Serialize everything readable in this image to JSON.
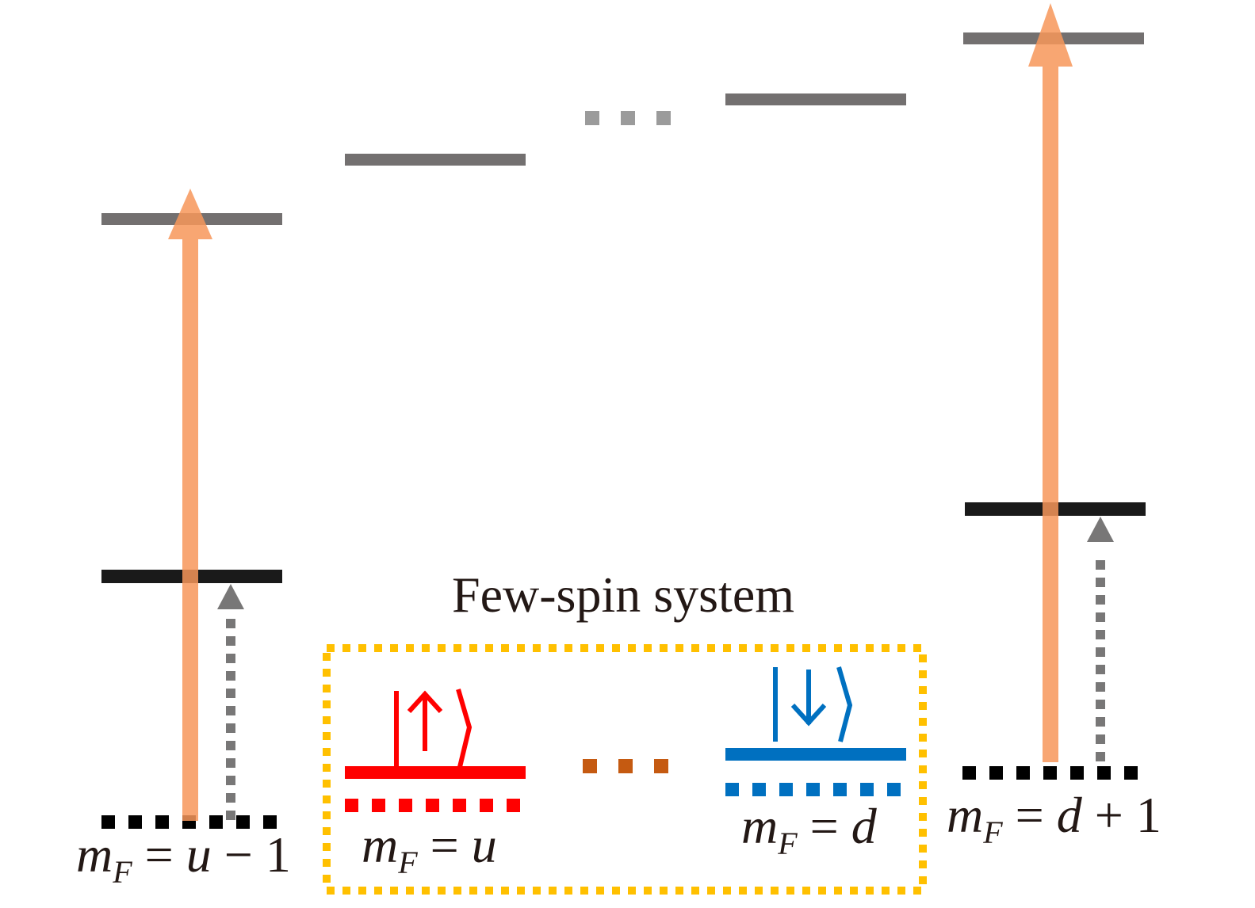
{
  "title": "Few-spin system",
  "colors": {
    "upper_level": "#737070",
    "ground_level": "#1a1a1a",
    "ellipsis_gray": "#9b9b9b",
    "pump_arrow": "#f7975a",
    "probe_arrow": "#787777",
    "dotted_black": "#000000",
    "spin_up": "#ff0000",
    "spin_down": "#0070c0",
    "ellipsis_brown": "#c55a11",
    "box_border": "#ffc000",
    "text": "#231815"
  },
  "states": {
    "left": {
      "m": "m",
      "sub": "F",
      "eq": " = ",
      "value": "u",
      "op": " − ",
      "num": "1"
    },
    "up": {
      "ket": "|↑⟩",
      "m": "m",
      "sub": "F",
      "eq": " = ",
      "value": "u"
    },
    "down": {
      "ket": "|↓⟩",
      "m": "m",
      "sub": "F",
      "eq": " = ",
      "value": "d"
    },
    "right": {
      "m": "m",
      "sub": "F",
      "eq": " = ",
      "value": "d",
      "op": " + ",
      "num": "1"
    }
  },
  "ellipsis": "..."
}
